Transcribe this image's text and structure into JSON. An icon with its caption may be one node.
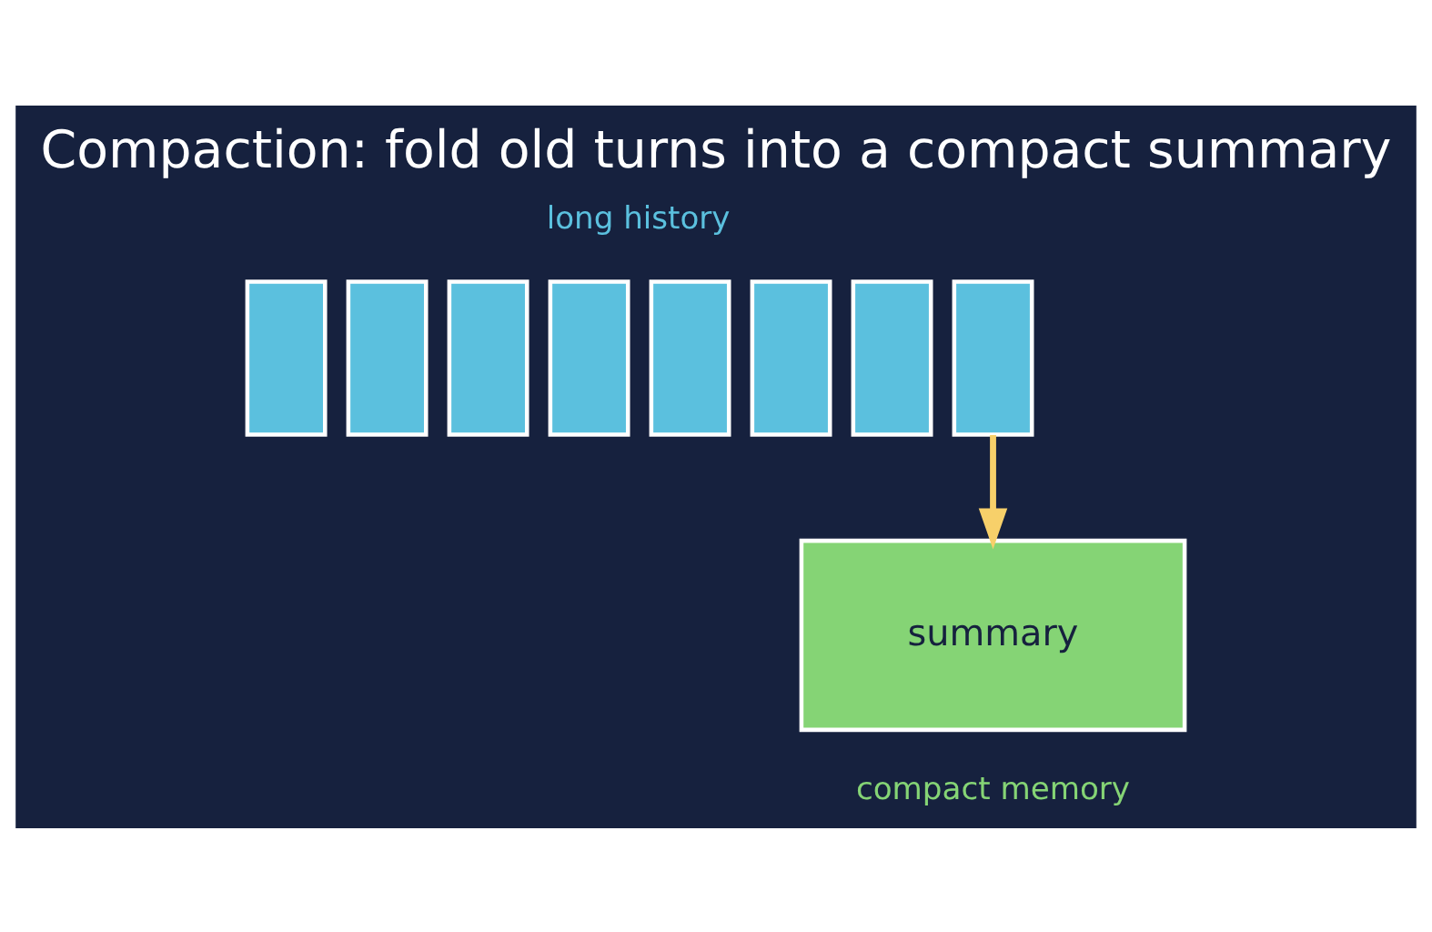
{
  "diagram": {
    "title": "Compaction: fold old turns into a compact summary",
    "nodes": [
      {
        "text": [],
        "shape": "box"
      },
      {
        "text": [],
        "shape": "box"
      },
      {
        "text": [],
        "shape": "box"
      },
      {
        "text": [],
        "shape": "box"
      },
      {
        "text": [],
        "shape": "box"
      },
      {
        "text": [],
        "shape": "box"
      },
      {
        "text": [],
        "shape": "box"
      },
      {
        "text": [],
        "shape": "box"
      },
      {
        "text": [
          "summary"
        ],
        "beside": [
          "compact memory"
        ]
      }
    ],
    "edges": [
      {
        "from": 7,
        "to": 8,
        "arrow": "to"
      }
    ],
    "labels": [
      "long history"
    ]
  }
}
